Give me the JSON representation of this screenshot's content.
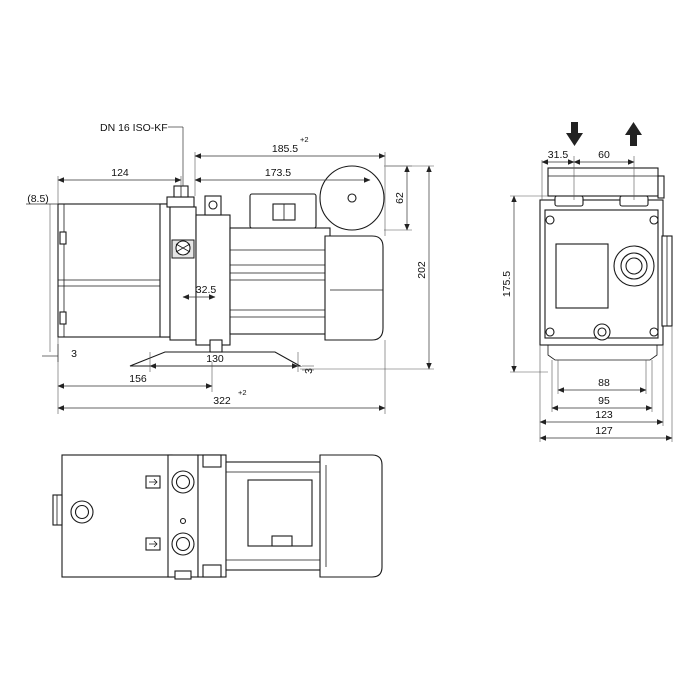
{
  "drawing": {
    "flange_label": "DN 16 ISO-KF",
    "side_view_dimensions": {
      "overall_length": "322",
      "overall_length_tolerance": "+2",
      "motor_length": "185.5",
      "motor_length_tolerance": "+2",
      "inlet_from_left": "124",
      "inlet_to_fan": "173.5",
      "fan_height": "62",
      "overall_height": "202",
      "base_offset": "156",
      "base_width": "130",
      "foot_offset": "32.5",
      "left_offset": "8.5",
      "bottom_gap": "3",
      "foot_height": "3"
    },
    "end_view_dimensions": {
      "port_offset": "31.5",
      "port_spacing": "60",
      "height": "175.5",
      "foot_inner": "88",
      "foot_outer": "95",
      "body_width": "123",
      "overall_width": "127"
    },
    "flow_arrows": [
      "inlet-down-arrow",
      "outlet-up-arrow"
    ]
  }
}
